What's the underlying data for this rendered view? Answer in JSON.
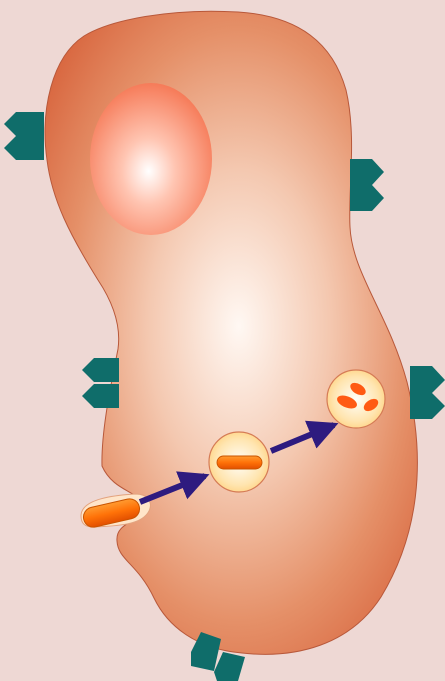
{
  "diagram": {
    "subject": "phagocytosis",
    "background_color": "#eed8d4",
    "cell": {
      "edge_color": "#d8663f",
      "center_color": "#fff6f1",
      "outline_color": "#b8583a"
    },
    "nucleus": {
      "edge_color": "#f5734f",
      "center_color": "#ffffff"
    },
    "receptor_color": "#0f6d6a",
    "arrow_color": "#2e1b7f",
    "bacterium_color": "#ff6a00",
    "vesicle": {
      "fill": "#ffe9b5",
      "outline": "#d57b55"
    },
    "stages": [
      {
        "stage": "engulfment"
      },
      {
        "stage": "phagosome"
      },
      {
        "stage": "digestion"
      }
    ]
  }
}
